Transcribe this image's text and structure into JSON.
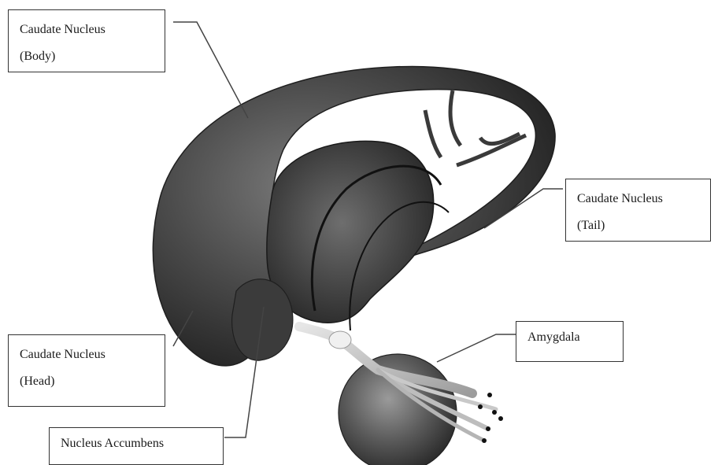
{
  "labels": {
    "caudate_body": {
      "line1": "Caudate Nucleus",
      "line2": "(Body)"
    },
    "caudate_tail": {
      "line1": "Caudate Nucleus",
      "line2": "(Tail)"
    },
    "caudate_head": {
      "line1": "Caudate Nucleus",
      "line2": "(Head)"
    },
    "amygdala": "Amygdala",
    "nucleus_accumbens": "Nucleus Accumbens"
  },
  "colors": {
    "structure_dark": "#2e2e2e",
    "structure_mid": "#555555",
    "structure_light": "#8a8a8a",
    "leader_line": "#444444"
  }
}
